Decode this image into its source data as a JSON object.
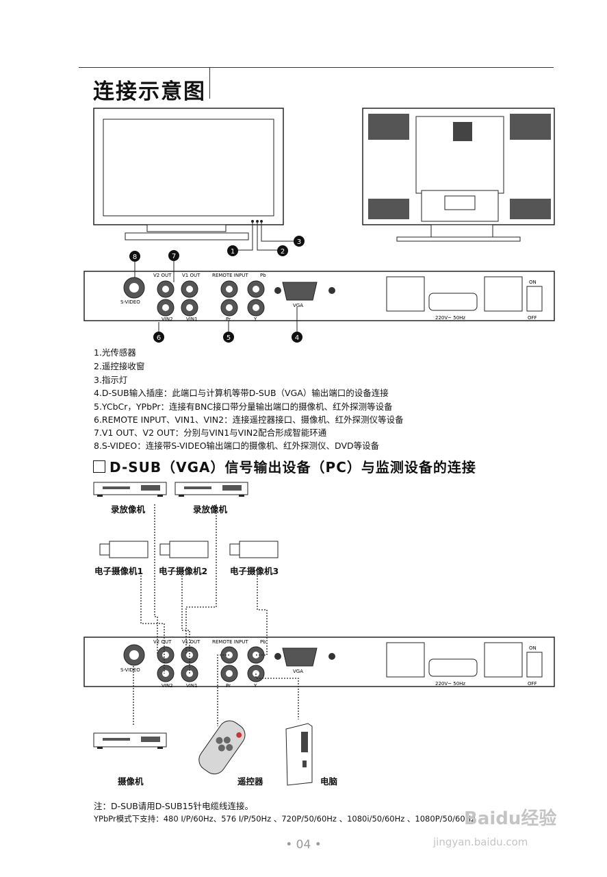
{
  "title": "连接示意图",
  "panel": {
    "labels": {
      "v2_out": "V2 OUT",
      "v1_out": "V1 OUT",
      "remote_input": "REMOTE INPUT",
      "pb": "Pb",
      "svideo": "S-VIDEO",
      "vin2": "VIN2",
      "vin1": "VIN1",
      "pr": "Pr",
      "y": "Y",
      "vga": "VGA",
      "on": "ON",
      "off": "OFF",
      "power": "220V~ 50Hz"
    },
    "callouts": [
      "1",
      "2",
      "3",
      "4",
      "5",
      "6",
      "7",
      "8"
    ]
  },
  "descriptions": [
    "1.光传感器",
    "2.遥控接收窗",
    "3.指示灯",
    "4.D-SUB输入插座：此端口与计算机等带D-SUB（VGA）输出端口的设备连接",
    "5.YCbCr，YPbPr：连接有BNC接口带分量输出端口的摄像机、红外探测等设备",
    "6.REMOTE INPUT、VIN1、VIN2：连接遥控器接口、摄像机、红外探测仪等设备",
    "7.V1 OUT、V2 OUT：分别与VIN1与VIN2配合形成智能环通",
    "8.S-VIDEO：连接带S-VIDEO输出端口的摄像机、红外探测仪、DVD等设备"
  ],
  "section_title": "D-SUB（VGA）信号输出设备（PC）与监测设备的连接",
  "devices": {
    "vcr1": "录放像机",
    "vcr2": "录放像机",
    "cam1": "电子摄像机1",
    "cam2": "电子摄像机2",
    "cam3": "电子摄像机3",
    "camcorder": "摄像机",
    "remote": "遥控器",
    "pc": "电脑"
  },
  "notes": [
    "注：D-SUB请用D-SUB15针电缆线连接。",
    "YPbPr模式下支持：480 I/P/60Hz、576 I/P/50Hz 、720P/50/60Hz 、1080i/50/60Hz 、1080P/50/60Hz"
  ],
  "page_number": "• 04 •",
  "watermark": {
    "brand": "Baidu经验",
    "url": "jingyan.baidu.com"
  }
}
